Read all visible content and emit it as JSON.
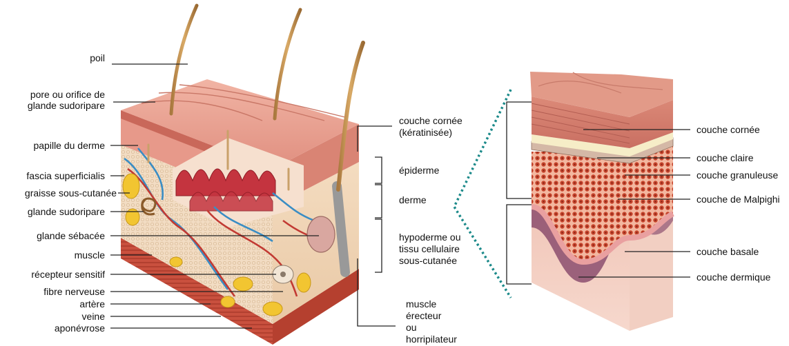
{
  "left_labels": [
    {
      "id": "poil",
      "text": "poil"
    },
    {
      "id": "pore",
      "text": "pore ou orifice de glande sudoripare",
      "lines": [
        "pore ou orifice de",
        "glande sudoripare"
      ]
    },
    {
      "id": "papille",
      "text": "papille du derme"
    },
    {
      "id": "fascia",
      "text": "fascia superficialis"
    },
    {
      "id": "graisse",
      "text": "graisse sous-cutanée"
    },
    {
      "id": "glande_sud",
      "text": "glande sudoripare"
    },
    {
      "id": "glande_seb",
      "text": "glande sébacée"
    },
    {
      "id": "muscle",
      "text": "muscle"
    },
    {
      "id": "recepteur",
      "text": "récepteur  sensitif"
    },
    {
      "id": "fibre",
      "text": "fibre nerveuse"
    },
    {
      "id": "artere",
      "text": "artère"
    },
    {
      "id": "veine",
      "text": "veine"
    },
    {
      "id": "aponevrose",
      "text": "aponévrose"
    }
  ],
  "middle_labels": {
    "couche_cornee": [
      "couche cornée",
      "(kératinisée)"
    ],
    "epiderme": "épiderme",
    "derme": "derme",
    "hypoderme": [
      "hypoderme ou",
      "tissu cellulaire",
      "sous-cutanée"
    ],
    "muscle_erecteur": [
      "muscle",
      "érecteur",
      "ou",
      "horripilateur"
    ]
  },
  "right_labels": [
    {
      "id": "cornee",
      "text": "couche cornée"
    },
    {
      "id": "claire",
      "text": "couche claire"
    },
    {
      "id": "granuleuse",
      "text": "couche granuleuse"
    },
    {
      "id": "malpighi",
      "text": "couche de Malpighi"
    },
    {
      "id": "basale",
      "text": "couche basale"
    },
    {
      "id": "dermique",
      "text": "couche dermique"
    }
  ]
}
